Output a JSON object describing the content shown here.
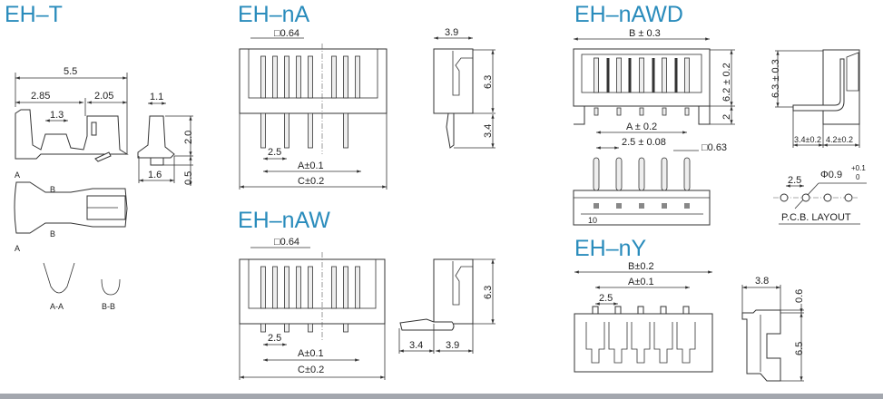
{
  "sections": {
    "eh_t": {
      "title": "EH–T",
      "dims": {
        "overall": "5.5",
        "left": "2.85",
        "right": "2.05",
        "mid": "1.3",
        "top_width": "1.1",
        "height": "2.0",
        "width": "1.6",
        "foot": "0.5"
      },
      "section_marks": {
        "a": "A",
        "b": "B"
      },
      "sections": {
        "aa": "A-A",
        "bb": "B-B"
      }
    },
    "eh_na": {
      "title": "EH–nA",
      "dims": {
        "pin_size": "□0.64",
        "pitch": "2.5",
        "a": "A±0.1",
        "c": "C±0.2",
        "depth": "3.9",
        "height": "6.3",
        "pin_len": "3.4"
      }
    },
    "eh_naw": {
      "title": "EH–nAW",
      "dims": {
        "pin_size": "□0.64",
        "pitch": "2.5",
        "a": "A±0.1",
        "c": "C±0.2",
        "lead": "3.4",
        "depth": "3.9",
        "height": "6.3"
      }
    },
    "eh_nawd": {
      "title": "EH–nAWD",
      "dims": {
        "b": "B ± 0.3",
        "height": "6.2 ± 0.2",
        "foot": "2",
        "a": "A ± 0.2",
        "pitch": "2.5 ± 0.08",
        "pin_size": "□0.63",
        "side_height": "6.3 ± 0.3",
        "lead": "3.4±0.2",
        "depth": "4.2±0.2",
        "pin_count_mark": "10"
      },
      "pcb": {
        "pitch": "2.5",
        "hole": "Φ0.9",
        "tol_plus": "+0.1",
        "tol_minus": "0",
        "label": "P.C.B. LAYOUT"
      }
    },
    "eh_ny": {
      "title": "EH–nY",
      "dims": {
        "b": "B±0.2",
        "a": "A±0.1",
        "pitch": "2.5",
        "depth": "3.8",
        "top": "0.6",
        "height": "6.5"
      }
    }
  }
}
